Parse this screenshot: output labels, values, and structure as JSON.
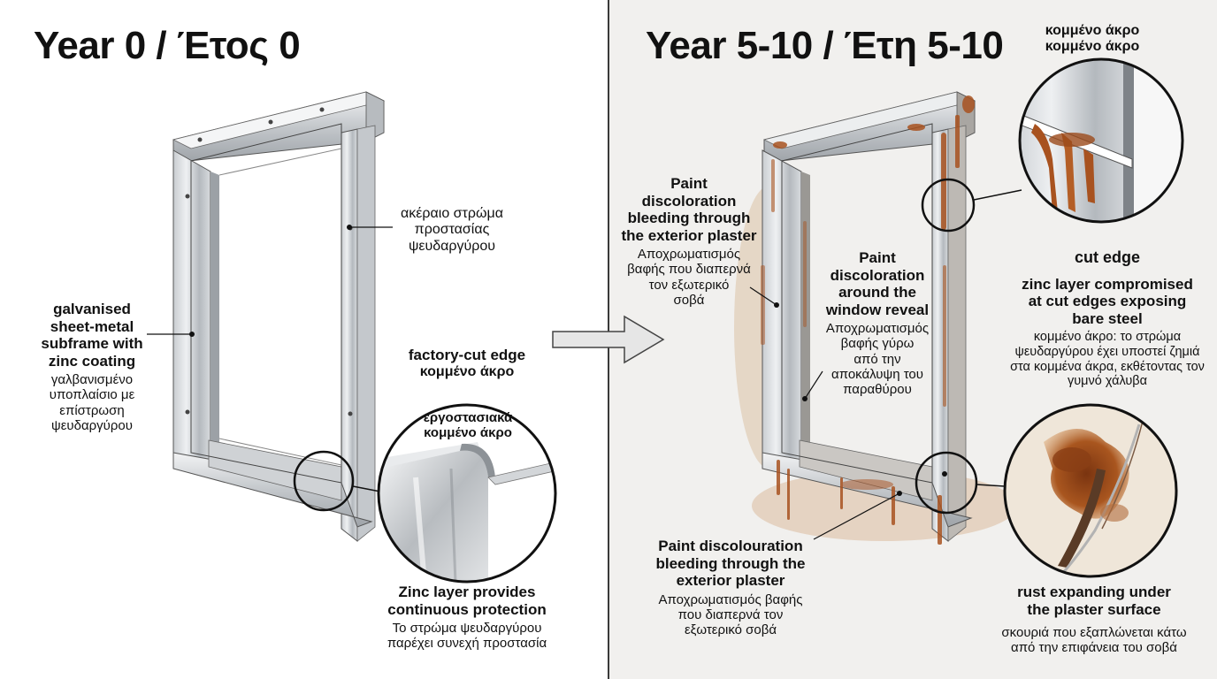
{
  "titles": {
    "left": "Year 0 / Έτος 0",
    "right": "Year 5-10 / Έτη 5-10"
  },
  "left": {
    "subframe": {
      "en": "galvanised\nsheet-metal\nsubframe with\nzinc coating",
      "gr": "γαλβανισμένο\nυποπλαίσιο με\nεπίστρωση\nψευδαργύρου"
    },
    "intact_zinc": {
      "gr": "ακέραιο στρώμα\nπροστασίας\nψευδαργύρου"
    },
    "factory_cut": {
      "en": "factory-cut edge",
      "gr": "κομμένο άκρο"
    },
    "inset": {
      "gr": "εργοστασιακά\nκομμένο άκρο"
    },
    "zinc_protection": {
      "en": "Zinc layer provides\ncontinuous protection",
      "gr": "Το στρώμα ψευδαργύρου\nπαρέχει συνεχή προστασία"
    }
  },
  "right": {
    "cut_top": {
      "gr": "κομμένο άκρο\nκομμένο άκρο"
    },
    "paint_left": {
      "en": "Paint\ndiscoloration\nbleeding through\nthe exterior plaster",
      "gr": "Αποχρωματισμός\nβαφής που διαπερνά\nτον εξωτερικό\nσοβά"
    },
    "paint_reveal": {
      "en": "Paint\ndiscoloration\naround the\nwindow reveal",
      "gr": "Αποχρωματισμός\nβαφής γύρω\nαπό την\nαποκάλυψη του\nπαραθύρου"
    },
    "cut_edge": {
      "en": "cut edge",
      "en2": "zinc layer compromised\nat cut edges exposing\nbare steel",
      "gr": "κομμένο άκρο: το στρώμα\nψευδαργύρου έχει υποστεί ζημιά\nστα κομμένα άκρα, εκθέτοντας τον\nγυμνό χάλυβα"
    },
    "paint_bottom": {
      "en": "Paint discolouration\nbleeding through the\nexterior plaster",
      "gr": "Αποχρωματισμός βαφής\nπου διαπερνά τον\nεξωτερικό σοβά"
    },
    "rust": {
      "en": "rust expanding under\nthe plaster surface",
      "gr": "σκουριά που εξαπλώνεται κάτω\nαπό την επιφάνεια του σοβά"
    }
  },
  "colors": {
    "steel_light": "#e6e8ea",
    "steel_mid": "#b9bdc1",
    "steel_dark": "#8d9297",
    "rust": "#a8521f",
    "rust_light": "#c98a5a",
    "outline": "#1a1a1a"
  }
}
